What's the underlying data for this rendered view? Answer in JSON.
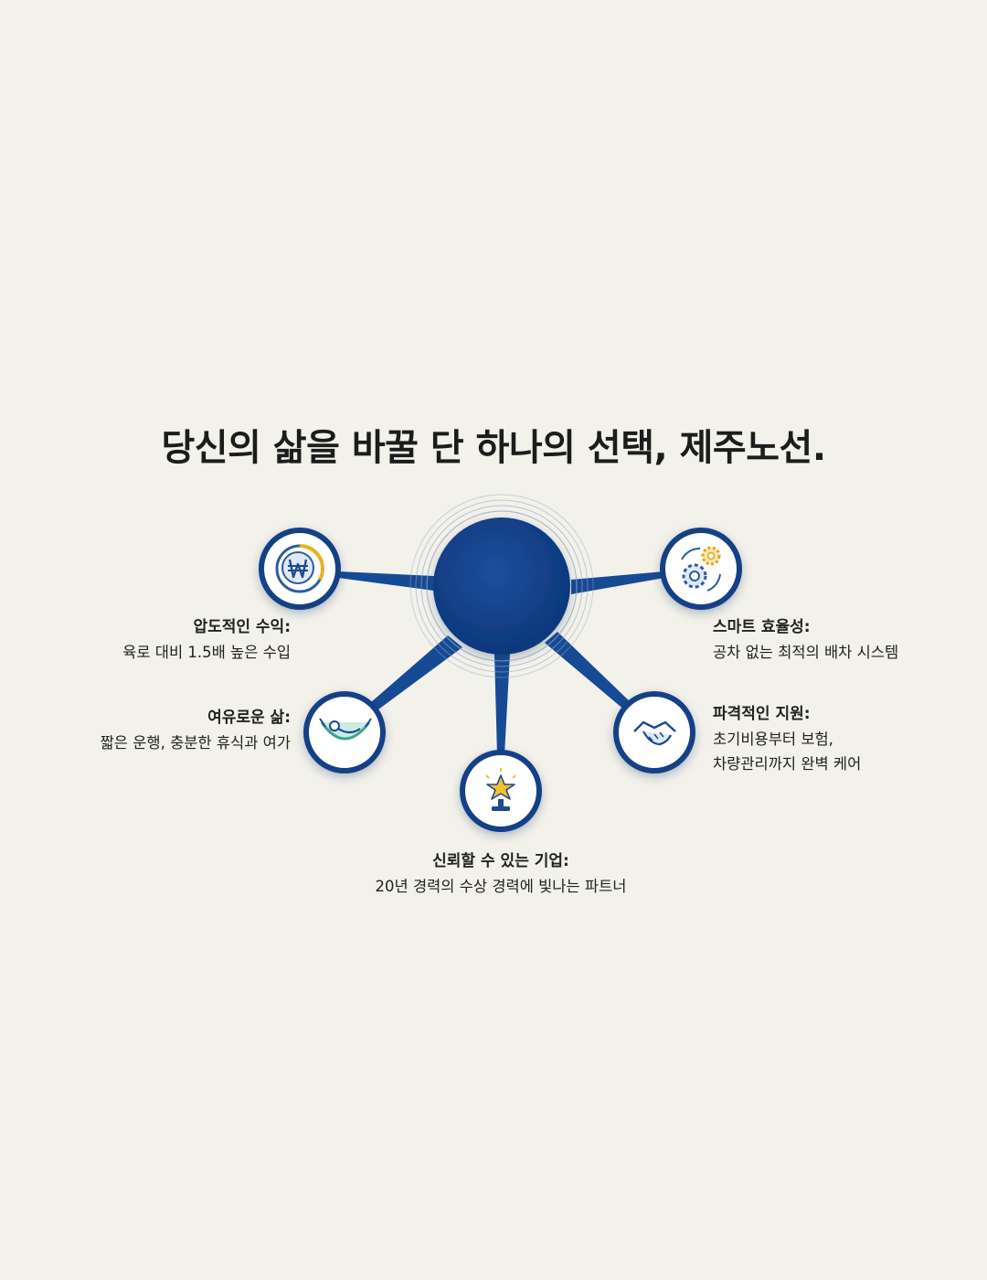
{
  "title": "당신의 삶을 바꿀 단 하나의 선택, 제주노선.",
  "colors": {
    "background": "#f2f1ea",
    "hub": "#0f3f8a",
    "spoke": "#174a95",
    "node_fill": "#ffffff",
    "accent_gold": "#e8b320",
    "accent_teal": "#3aa58d"
  },
  "nodes": [
    {
      "id": "income",
      "icon": "won-coin-icon",
      "heading": "압도적인 수익:",
      "lines": [
        "육로 대비 1.5배 높은 수입"
      ]
    },
    {
      "id": "leisure",
      "icon": "hammock-icon",
      "heading": "여유로운 삶:",
      "lines": [
        "짧은 운행, 충분한 휴식과 여가"
      ]
    },
    {
      "id": "trust",
      "icon": "star-trophy-icon",
      "heading": "신뢰할 수 있는 기업:",
      "lines": [
        "20년 경력의 수상 경력에 빛나는 파트너"
      ]
    },
    {
      "id": "support",
      "icon": "handshake-icon",
      "heading": "파격적인 지원:",
      "lines": [
        "초기비용부터 보험,",
        "차량관리까지 완벽 케어"
      ]
    },
    {
      "id": "efficiency",
      "icon": "gears-icon",
      "heading": "스마트 효율성:",
      "lines": [
        "공차 없는 최적의 배차 시스템"
      ]
    }
  ]
}
